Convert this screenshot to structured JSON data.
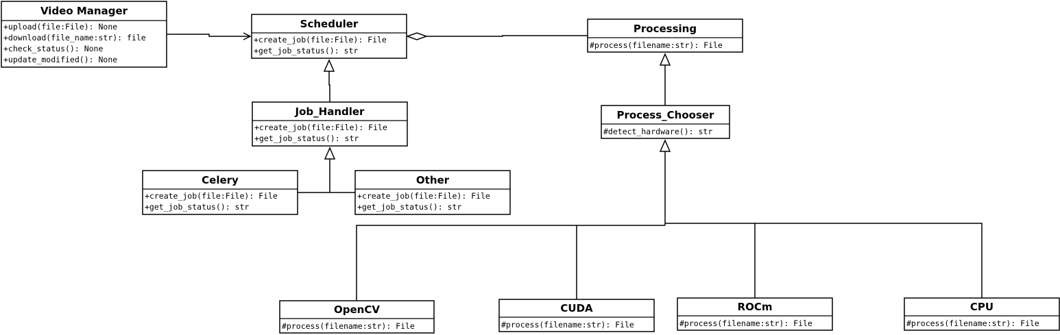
{
  "classes": {
    "video_manager": {
      "name": "Video Manager",
      "members": [
        "+upload(file:File): None",
        "+download(file_name:str): file",
        "+check_status(): None",
        "+update_modified(): None"
      ]
    },
    "scheduler": {
      "name": "Scheduler",
      "members": [
        "+create_job(file:File): File",
        "+get_job_status(): str"
      ]
    },
    "processing": {
      "name": "Processing",
      "members": [
        "#process(filename:str): File"
      ]
    },
    "job_handler": {
      "name": "Job_Handler",
      "members": [
        "+create_job(file:File): File",
        "+get_job_status(): str"
      ]
    },
    "process_chooser": {
      "name": "Process_Chooser",
      "members": [
        "#detect_hardware(): str"
      ]
    },
    "celery": {
      "name": "Celery",
      "members": [
        "+create_job(file:File): File",
        "+get_job_status(): str"
      ]
    },
    "other": {
      "name": "Other",
      "members": [
        "+create_job(file:File): File",
        "+get_job_status(): str"
      ]
    },
    "opencv": {
      "name": "OpenCV",
      "members": [
        "#process(filename:str): File"
      ]
    },
    "cuda": {
      "name": "CUDA",
      "members": [
        "#process(filename:str): File"
      ]
    },
    "rocm": {
      "name": "ROCm",
      "members": [
        "#process(filename:str): File"
      ]
    },
    "cpu": {
      "name": "CPU",
      "members": [
        "#process(filename:str): File"
      ]
    }
  }
}
